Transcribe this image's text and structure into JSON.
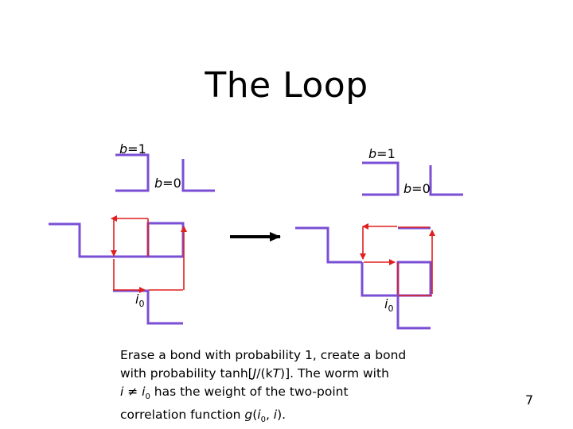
{
  "title": "The Loop",
  "labels": {
    "b_prefix": "b",
    "b1_value": "=1",
    "b0_value": "=0",
    "i_letter": "i",
    "i_sub": "0"
  },
  "caption": {
    "line1": "Erase a bond with probability 1, create a bond",
    "line2a": "with probability tanh[",
    "line2_J": "J",
    "line2b": "/(k",
    "line2_T": "T",
    "line2c": ")].  The worm with",
    "line3_i": "i",
    "line3_neq": " ≠ ",
    "line3_i0": "i",
    "line3_i0sub": "0",
    "line3_rest": " has the weight of the two-point",
    "line4a": "correlation function ",
    "line4_g": "g",
    "line4_paren": "(",
    "line4_i0": "i",
    "line4_i0sub": "0",
    "line4_comma": ", ",
    "line4_i": "i",
    "line4_end": ")."
  },
  "page_number": "7",
  "colors": {
    "worldline": "#7a4fd6",
    "worm": "#e01f1f",
    "arrow": "#000000"
  }
}
